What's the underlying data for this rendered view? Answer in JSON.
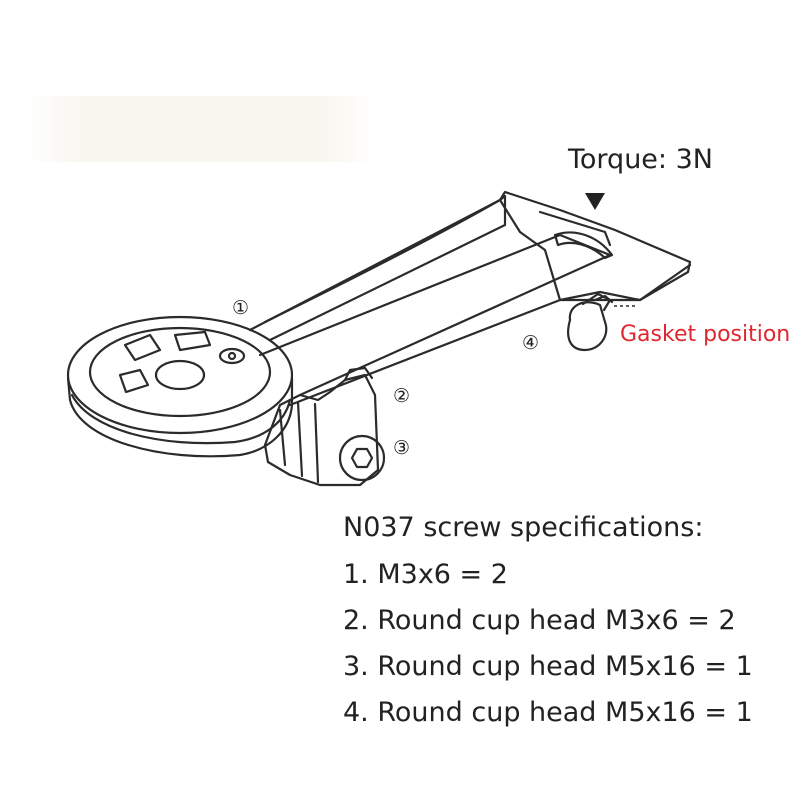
{
  "labels": {
    "torque": "Torque: 3N",
    "gasket": "Gasket position",
    "callout_1": "①",
    "callout_2": "②",
    "callout_3": "③",
    "callout_4": "④"
  },
  "specs": {
    "title": "N037 screw specifications:",
    "items": [
      "1. M3x6 = 2",
      "2. Round cup head M3x6 = 2",
      "3. Round cup head M5x16 = 1",
      "4. Round cup head M5x16 = 1"
    ]
  },
  "colors": {
    "line": "#2b2b2b",
    "accent": "#e0262e"
  }
}
